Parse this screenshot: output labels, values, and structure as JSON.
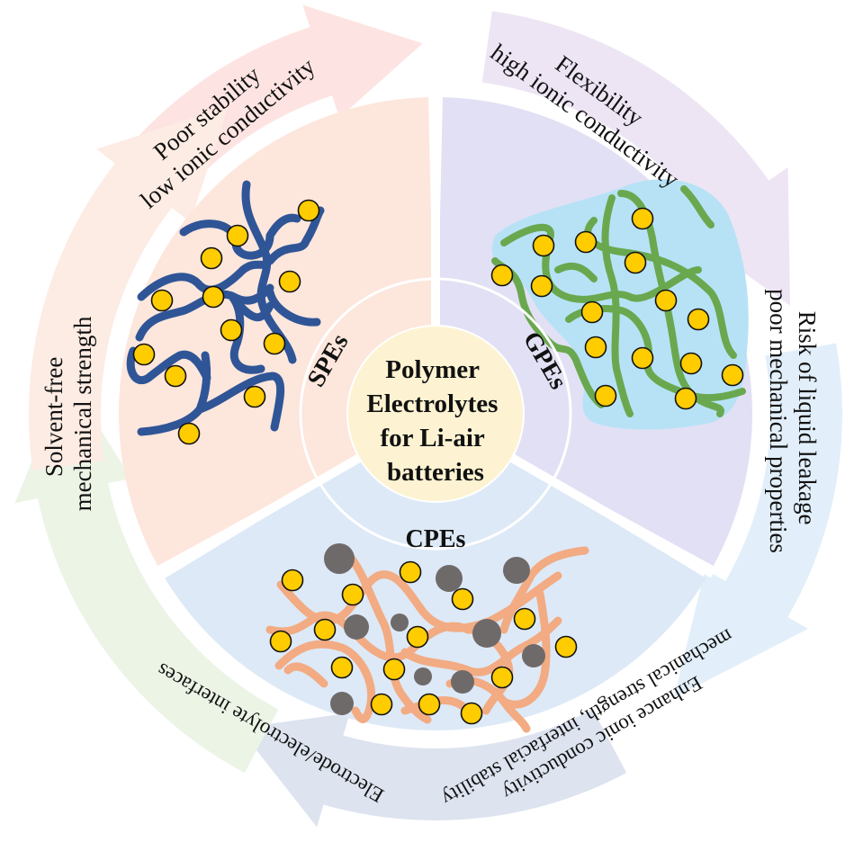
{
  "center": {
    "lines": [
      "Polymer",
      "Electrolytes",
      "for Li-air",
      "batteries"
    ],
    "fill": "#fdf3d2"
  },
  "sectors": [
    {
      "id": "spes",
      "label": "SPEs",
      "fill": "#fde6dc",
      "chain_color": "#2f5597"
    },
    {
      "id": "gpes",
      "label": "GPEs",
      "fill": "#e2e0f4",
      "chain_color": "#6aa84f",
      "gel_color": "#b7e2f6"
    },
    {
      "id": "cpes",
      "label": "CPEs",
      "fill": "#dde9f7",
      "chain_color": "#f2ab82",
      "filler_color": "#6f6a6a"
    }
  ],
  "ion_color": "#ffcc00",
  "arrows": [
    {
      "id": "spes-drawbacks",
      "lines": [
        "Poor stability",
        "low ionic conductivity"
      ],
      "fill": "#fde4e2"
    },
    {
      "id": "gpes-advantages",
      "lines": [
        "Flexibility",
        "high ionic conductivity"
      ],
      "fill": "#ede5f4"
    },
    {
      "id": "gpes-drawbacks",
      "lines": [
        "Risk of liquid leakage",
        "poor mechanical properties"
      ],
      "fill": "#e2effa"
    },
    {
      "id": "cpes-advantages",
      "lines": [
        "Enhance ionic conductivity",
        "mechanical strength, interfacial stability"
      ],
      "fill": "#dde3ef"
    },
    {
      "id": "cpes-challenge",
      "lines": [
        "Electrode/electrolyte interfaces"
      ],
      "fill": "#ecf4e6"
    },
    {
      "id": "spes-advantages",
      "lines": [
        "Solvent-free",
        "mechanical strength"
      ],
      "fill": "#fdece4"
    }
  ]
}
